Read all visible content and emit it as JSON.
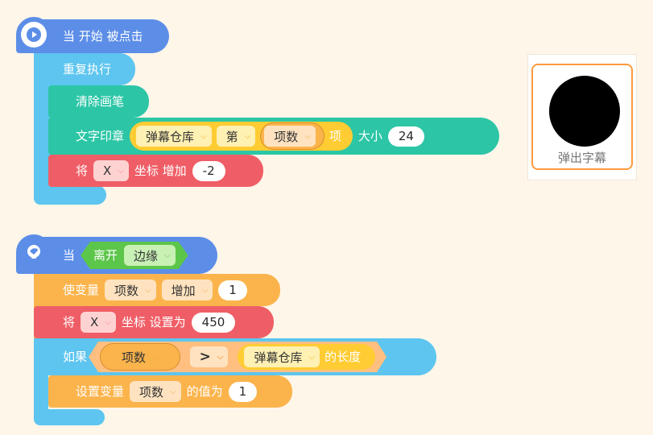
{
  "script1": {
    "hat_label": "当 开始 被点击",
    "repeat_label": "重复执行",
    "clear_label": "清除画笔",
    "stamp": {
      "label": "文字印章",
      "list_name": "弹幕仓库",
      "index_prefix": "第",
      "index_var": "项数",
      "index_suffix": "项",
      "size_label": "大小",
      "size_value": "24"
    },
    "change_x": {
      "label_will": "将",
      "axis": "X",
      "label_coord": "坐标 增加",
      "value": "-2"
    }
  },
  "script2": {
    "hat_label": "当",
    "hat_event": {
      "label": "离开",
      "target": "边缘"
    },
    "change_var": {
      "label": "使变量",
      "var": "项数",
      "op": "增加",
      "value": "1"
    },
    "set_x": {
      "label_will": "将",
      "axis": "X",
      "label_coord": "坐标 设置为",
      "value": "450"
    },
    "if_block": {
      "label": "如果",
      "left_var": "项数",
      "operator": ">",
      "right_list": "弹幕仓库",
      "right_suffix": "的长度"
    },
    "set_var": {
      "label": "设置变量",
      "var": "项数",
      "label_value": "的值为",
      "value": "1"
    }
  },
  "stage": {
    "sprite_name": "弹出字幕"
  },
  "colors": {
    "background": "#fff6ea",
    "events": "#5c8ee8",
    "control": "#5dc5ef",
    "pen": "#2cc6a6",
    "motion": "#ef5e66",
    "variables": "#fbb44c",
    "sprite_border": "#ff9a3c"
  }
}
